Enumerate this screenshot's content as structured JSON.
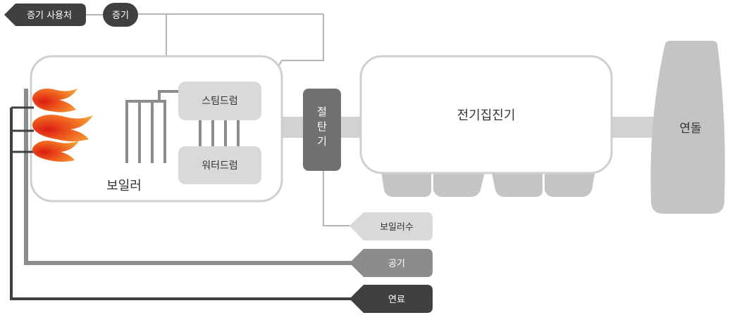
{
  "labels": {
    "steam_user": "증기 사용처",
    "steam": "증기",
    "boiler": "보일러",
    "steam_drum": "스팀드럼",
    "water_drum": "워터드럼",
    "economizer_chars": [
      "절",
      "탄",
      "기"
    ],
    "precipitator": "전기집진기",
    "stack": "연돌",
    "boiler_water": "보일러수",
    "air": "공기",
    "fuel": "연료"
  },
  "colors": {
    "dark": "#404040",
    "gray": "#8c8c8c",
    "light": "#c8c8c8",
    "drum": "#d9d9d9",
    "box_border": "#cfcfcf",
    "economizer": "#6f6f6f",
    "thin_line": "#b5b5b5",
    "flame_outer": "#f08a24",
    "flame_inner": "#e02a1a"
  }
}
